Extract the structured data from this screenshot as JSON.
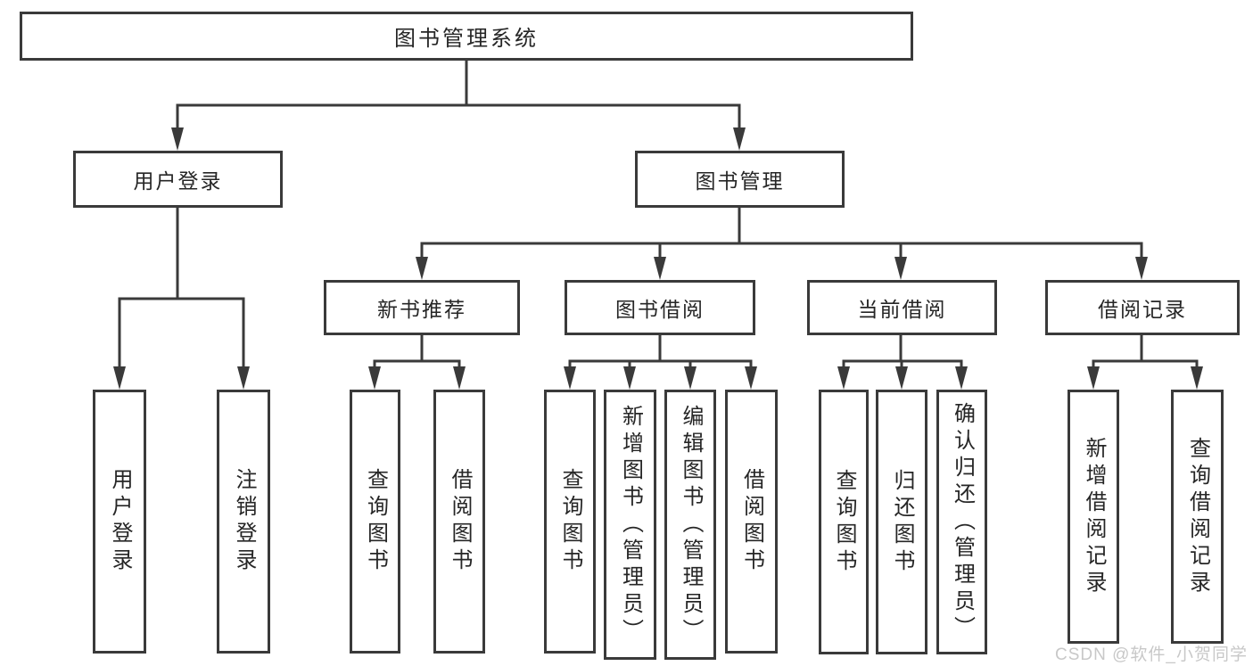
{
  "diagram": {
    "root": {
      "label": "图书管理系统"
    },
    "level2": [
      {
        "label": "用户登录"
      },
      {
        "label": "图书管理"
      }
    ],
    "level3": [
      {
        "label": "新书推荐"
      },
      {
        "label": "图书借阅"
      },
      {
        "label": "当前借阅"
      },
      {
        "label": "借阅记录"
      }
    ],
    "leaves": {
      "user_login": [
        {
          "label": "用户登录"
        },
        {
          "label": "注销登录"
        }
      ],
      "new_book_recommend": [
        {
          "label": "查询图书"
        },
        {
          "label": "借阅图书"
        }
      ],
      "book_borrow": [
        {
          "label": "查询图书"
        },
        {
          "label": "新增图书（管理员）"
        },
        {
          "label": "编辑图书（管理员）"
        },
        {
          "label": "借阅图书"
        }
      ],
      "current_borrow": [
        {
          "label": "查询图书"
        },
        {
          "label": "归还图书"
        },
        {
          "label": "确认归还（管理员）"
        }
      ],
      "borrow_record": [
        {
          "label": "新增借阅记录"
        },
        {
          "label": "查询借阅记录"
        }
      ]
    }
  },
  "watermark": {
    "text": "CSDN @软件_小贺同学"
  },
  "colors": {
    "line": "#3a3a3a",
    "box_border": "#3a3a3a",
    "text": "#262626",
    "watermark": "#c8c8c8",
    "background": "#ffffff"
  }
}
